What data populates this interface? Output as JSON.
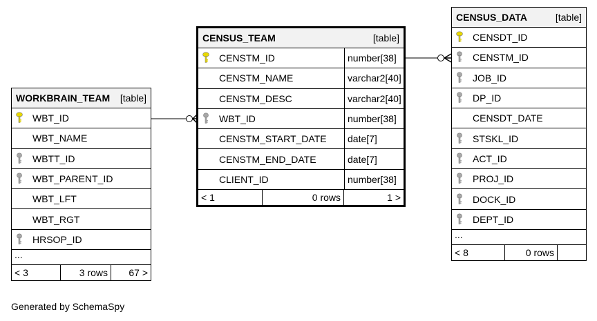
{
  "workbrain_team": {
    "name": "WORKBRAIN_TEAM",
    "type": "[table]",
    "columns": [
      {
        "name": "WBT_ID",
        "key": "pk"
      },
      {
        "name": "WBT_NAME",
        "key": ""
      },
      {
        "name": "WBTT_ID",
        "key": "fk"
      },
      {
        "name": "WBT_PARENT_ID",
        "key": "fk"
      },
      {
        "name": "WBT_LFT",
        "key": ""
      },
      {
        "name": "WBT_RGT",
        "key": ""
      },
      {
        "name": "HRSOP_ID",
        "key": "fk"
      }
    ],
    "more": "...",
    "footer": {
      "left": "< 3",
      "middle": "3 rows",
      "right": "67 >"
    }
  },
  "census_team": {
    "name": "CENSUS_TEAM",
    "type": "[table]",
    "columns": [
      {
        "name": "CENSTM_ID",
        "datatype": "number[38]",
        "key": "pk"
      },
      {
        "name": "CENSTM_NAME",
        "datatype": "varchar2[40]",
        "key": ""
      },
      {
        "name": "CENSTM_DESC",
        "datatype": "varchar2[40]",
        "key": ""
      },
      {
        "name": "WBT_ID",
        "datatype": "number[38]",
        "key": "fk"
      },
      {
        "name": "CENSTM_START_DATE",
        "datatype": "date[7]",
        "key": ""
      },
      {
        "name": "CENSTM_END_DATE",
        "datatype": "date[7]",
        "key": ""
      },
      {
        "name": "CLIENT_ID",
        "datatype": "number[38]",
        "key": ""
      }
    ],
    "footer": {
      "left": "< 1",
      "middle": "0 rows",
      "right": "1 >"
    }
  },
  "census_data": {
    "name": "CENSUS_DATA",
    "type": "[table]",
    "columns": [
      {
        "name": "CENSDT_ID",
        "key": "pk"
      },
      {
        "name": "CENSTM_ID",
        "key": "fk"
      },
      {
        "name": "JOB_ID",
        "key": "fk"
      },
      {
        "name": "DP_ID",
        "key": "fk"
      },
      {
        "name": "CENSDT_DATE",
        "key": ""
      },
      {
        "name": "STSKL_ID",
        "key": "fk"
      },
      {
        "name": "ACT_ID",
        "key": "fk"
      },
      {
        "name": "PROJ_ID",
        "key": "fk"
      },
      {
        "name": "DOCK_ID",
        "key": "fk"
      },
      {
        "name": "DEPT_ID",
        "key": "fk"
      }
    ],
    "more": "...",
    "footer": {
      "left": "< 8",
      "middle": "0 rows",
      "right": ""
    }
  },
  "generated_by": "Generated by SchemaSpy",
  "colors": {
    "primary_key": "#e8d800",
    "foreign_key": "#a8a8a8",
    "header_bg": "#f2f2f2",
    "border": "#000000"
  }
}
